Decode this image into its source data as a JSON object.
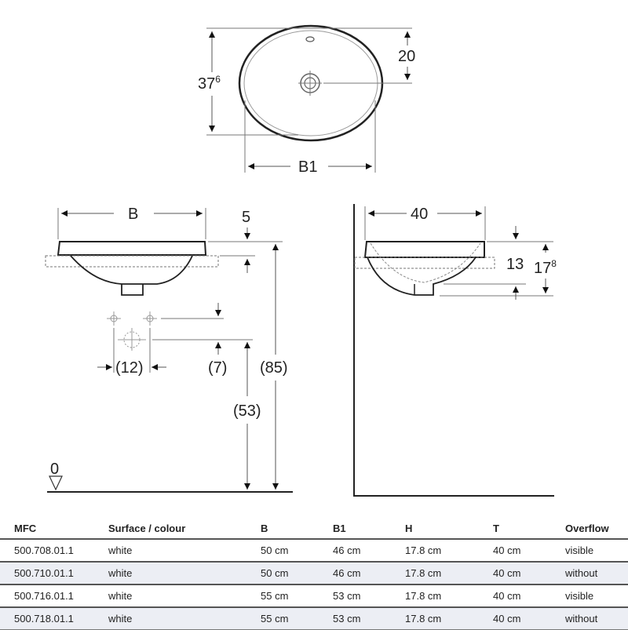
{
  "drawing": {
    "top_view": {
      "depth_label": "37",
      "depth_label_sup": "6",
      "drain_offset_label": "20",
      "inner_width_label": "B1"
    },
    "front_view": {
      "width_label": "B",
      "rim_label": "5",
      "tap_spacing_label": "(12)",
      "tap_height_label": "(7)",
      "drain_height_label": "(53)",
      "rim_height_label": "(85)",
      "floor_label": "0"
    },
    "side_view": {
      "depth_label": "40",
      "bowl_depth_label": "13",
      "total_height_label": "17",
      "total_height_sup": "8"
    }
  },
  "table": {
    "headers": [
      "MFC",
      "Surface / colour",
      "B",
      "B1",
      "H",
      "T",
      "Overflow"
    ],
    "rows": [
      [
        "500.708.01.1",
        "white",
        "50 cm",
        "46 cm",
        "17.8 cm",
        "40 cm",
        "visible"
      ],
      [
        "500.710.01.1",
        "white",
        "50 cm",
        "46 cm",
        "17.8 cm",
        "40 cm",
        "without"
      ],
      [
        "500.716.01.1",
        "white",
        "55 cm",
        "53 cm",
        "17.8 cm",
        "40 cm",
        "visible"
      ],
      [
        "500.718.01.1",
        "white",
        "55 cm",
        "53 cm",
        "17.8 cm",
        "40 cm",
        "without"
      ]
    ]
  },
  "colors": {
    "line": "#222222",
    "dim_line": "#777777",
    "alt_row": "#eceef4"
  }
}
